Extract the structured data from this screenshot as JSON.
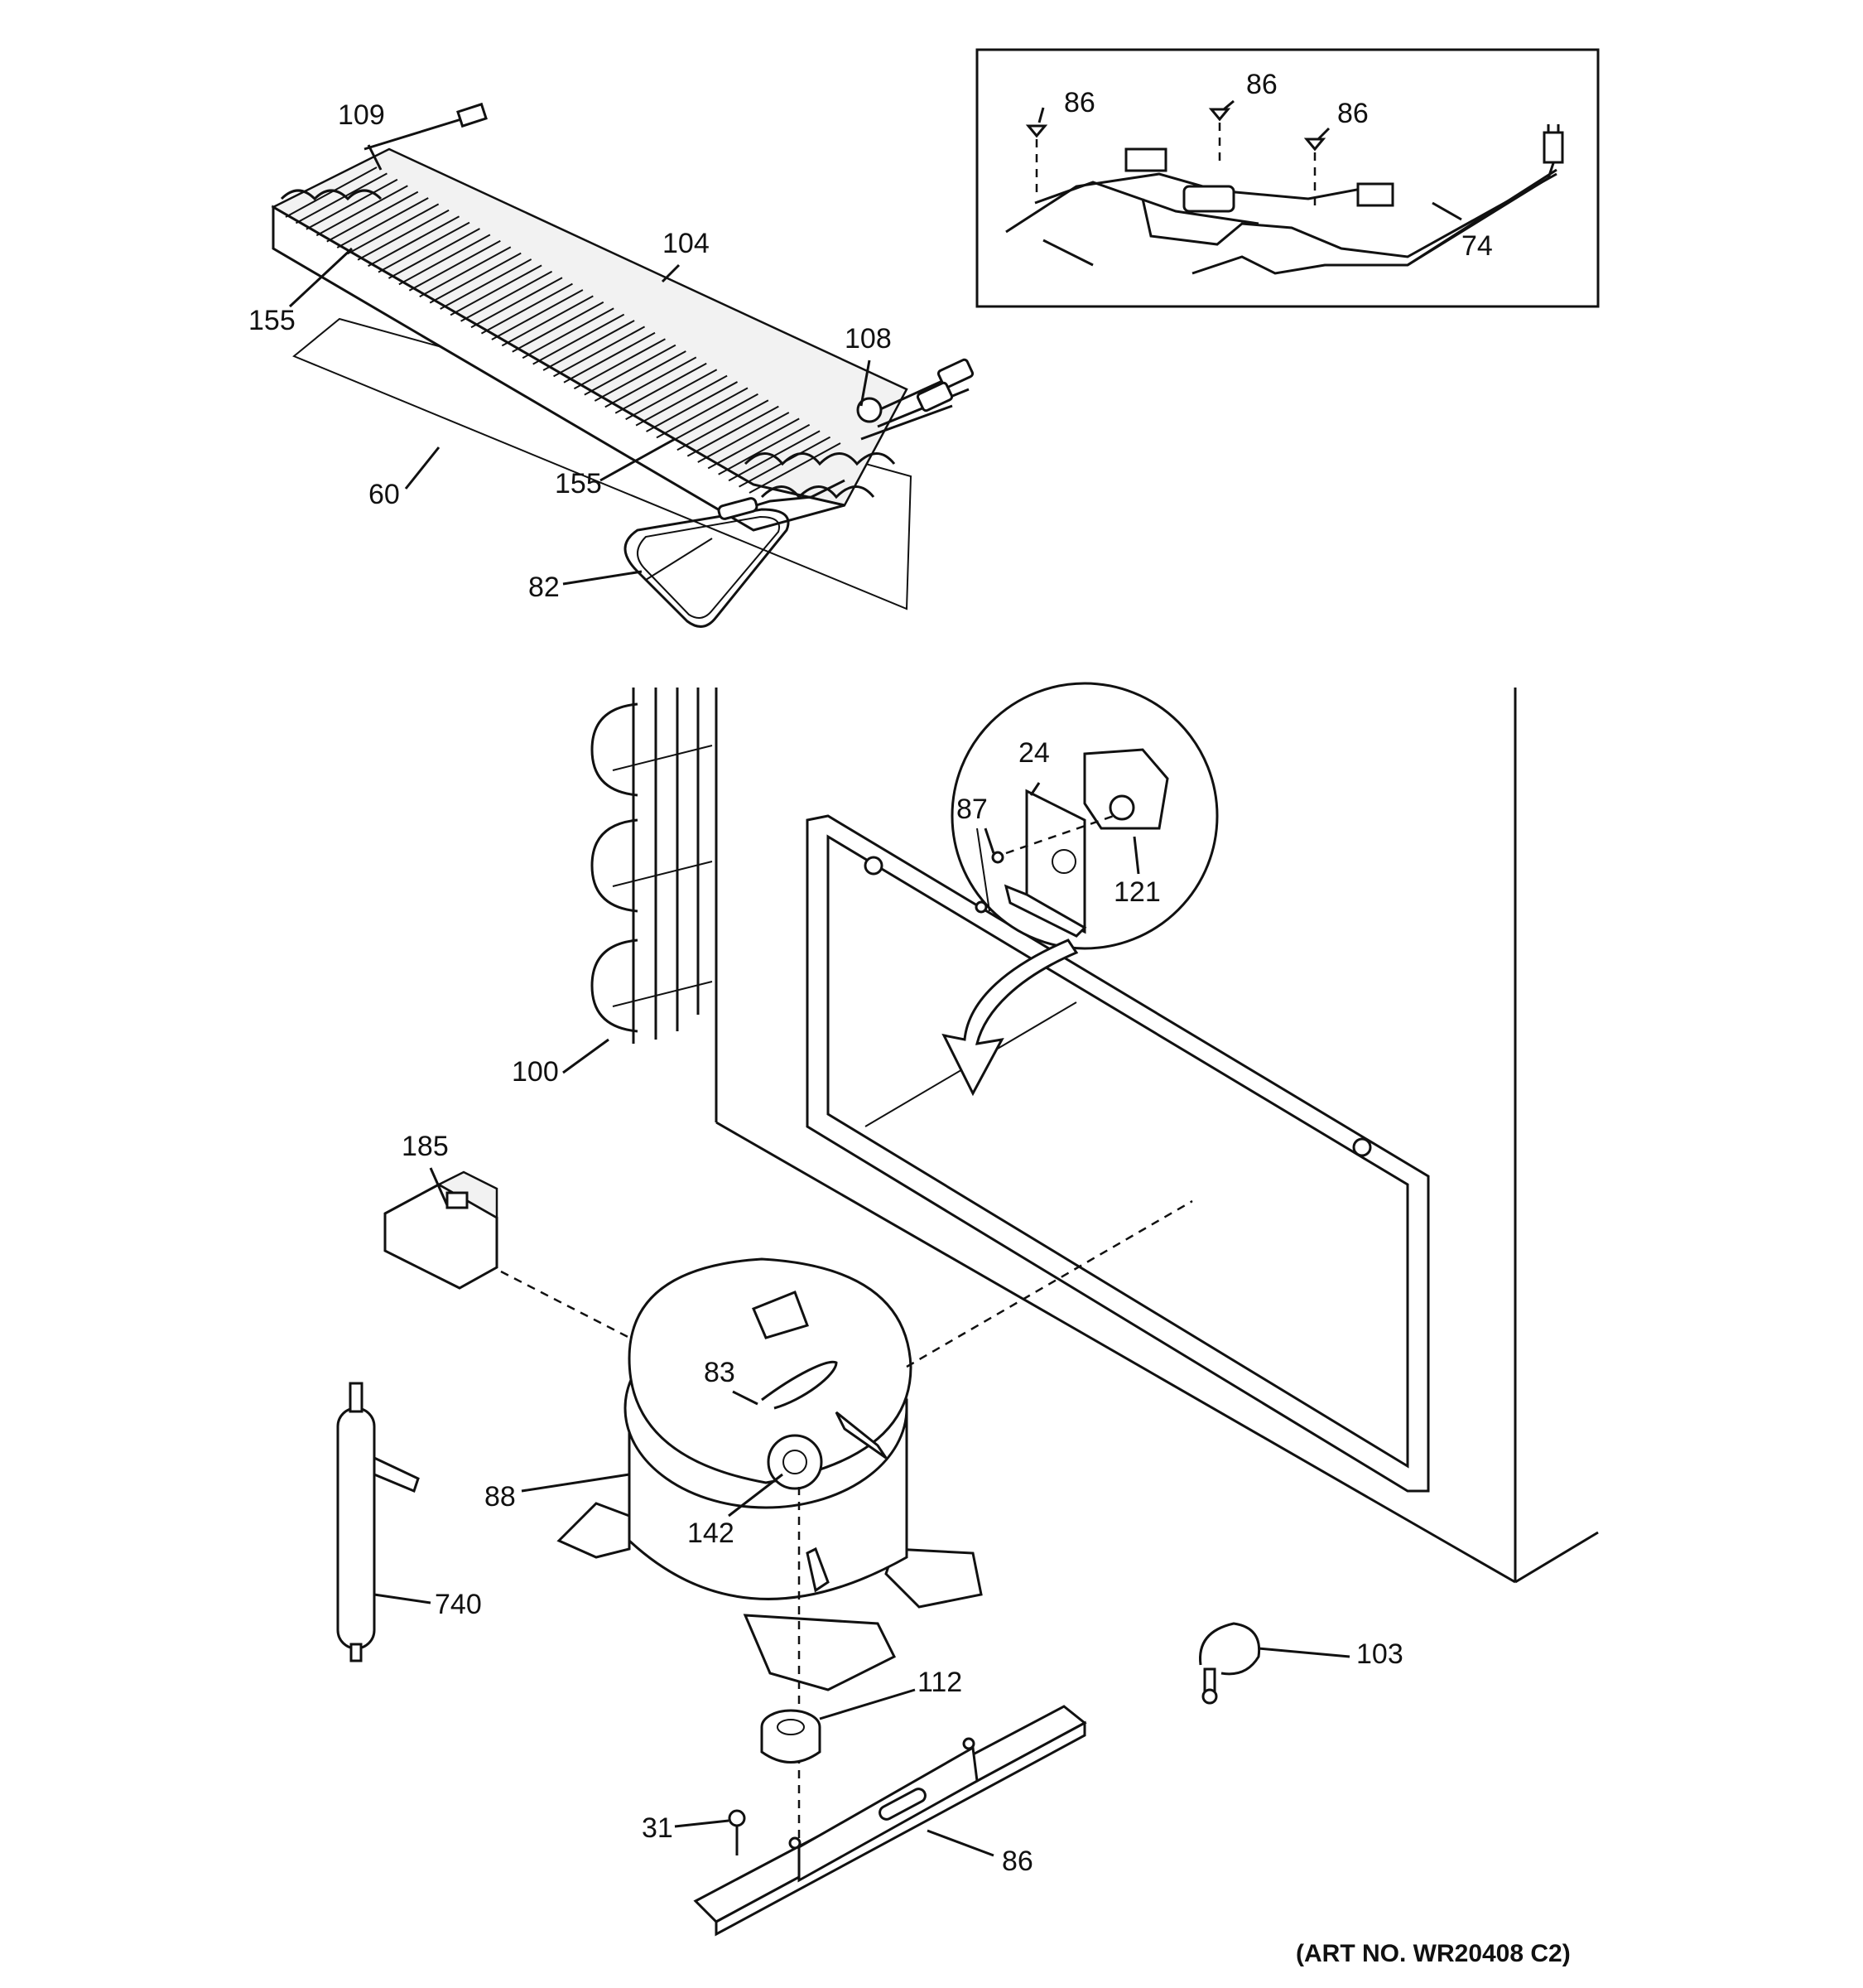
{
  "diagram": {
    "art_number": "(ART NO. WR20408 C2)",
    "callouts": {
      "c109": "109",
      "c104": "104",
      "c155a": "155",
      "c155b": "155",
      "c108": "108",
      "c60": "60",
      "c82": "82",
      "c86a": "86",
      "c86b": "86",
      "c86c": "86",
      "c74": "74",
      "c24": "24",
      "c87": "87",
      "c121": "121",
      "c100": "100",
      "c185": "185",
      "c83": "83",
      "c88": "88",
      "c142": "142",
      "c740": "740",
      "c112": "112",
      "c103": "103",
      "c31": "31",
      "c86d": "86"
    }
  }
}
